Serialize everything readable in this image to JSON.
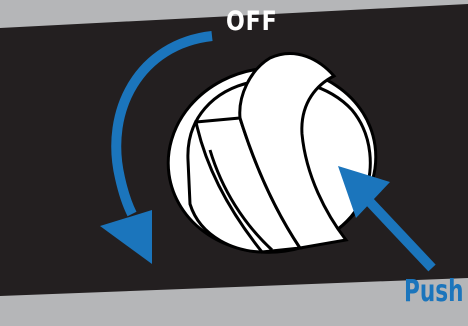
{
  "labels": {
    "off": "OFF",
    "push": "Push"
  },
  "colors": {
    "panel": "#231f20",
    "background": "#b5b6b8",
    "knob": "#ffffff",
    "outline": "#000000",
    "arrow": "#1b75bc"
  },
  "icons": {
    "rotate_arrow": "curved-arrow-counterclockwise",
    "push_arrow": "straight-arrow-up-left"
  }
}
